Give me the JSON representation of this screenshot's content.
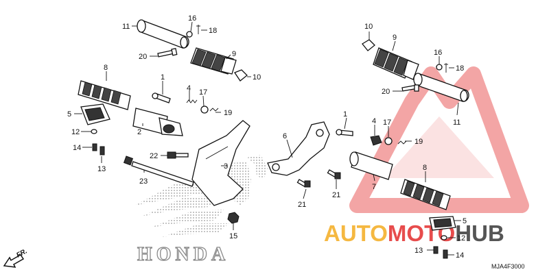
{
  "labels": {
    "l1a": "1",
    "l1b": "1",
    "l2": "2",
    "l3": "3",
    "l4a": "4",
    "l4b": "4",
    "l5a": "5",
    "l5b": "5",
    "l6": "6",
    "l7": "7",
    "l8a": "8",
    "l8b": "8",
    "l9a": "9",
    "l9b": "9",
    "l10a": "10",
    "l10b": "10",
    "l11a": "11",
    "l11b": "11",
    "l12a": "12",
    "l12b": "12",
    "l13a": "13",
    "l13b": "13",
    "l14a": "14",
    "l14b": "14",
    "l15": "15",
    "l16a": "16",
    "l16b": "16",
    "l17a": "17",
    "l17b": "17",
    "l18a": "18",
    "l18b": "18",
    "l19a": "19",
    "l19b": "19",
    "l20a": "20",
    "l20b": "20",
    "l21a": "21",
    "l21b": "21",
    "l22": "22",
    "l23": "23"
  },
  "direction_label": "FR.",
  "diagram_code": "MJA4F3000",
  "brand_watermark": "HONDA",
  "watermark": {
    "part1": "AUTO",
    "part2": "MOTO",
    "part3": "HUB"
  },
  "colors": {
    "watermark_orange": "#f5b841",
    "watermark_red": "#e74c4c",
    "watermark_dark": "#555555",
    "line": "#111111"
  }
}
